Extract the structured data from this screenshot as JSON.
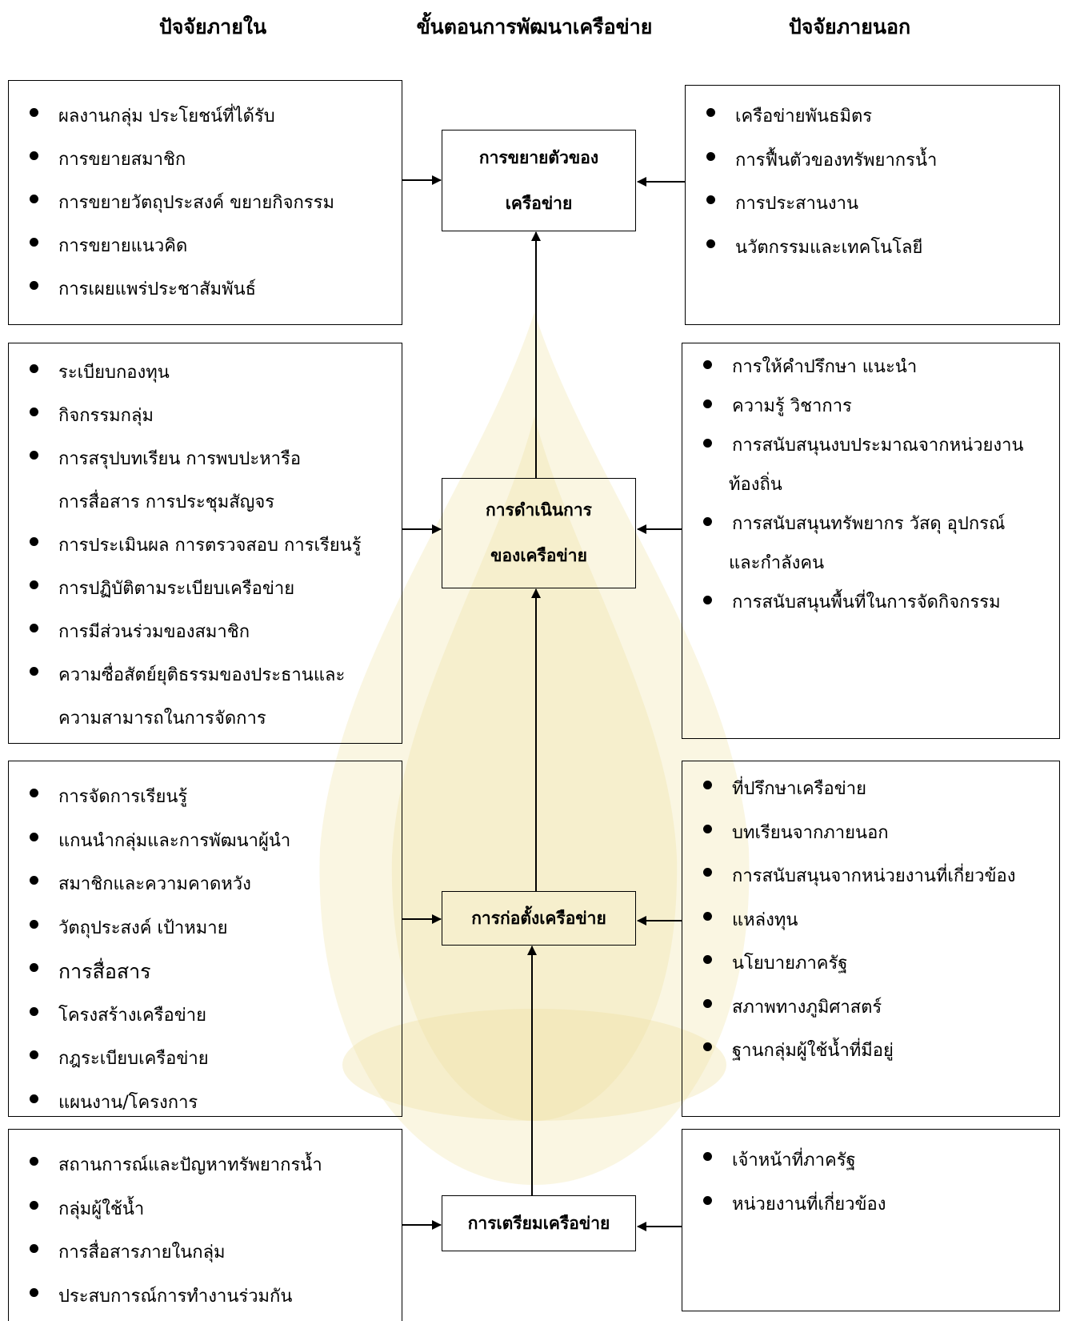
{
  "headers": {
    "left": "ปัจจัยภายใน",
    "center": "ขั้นตอนการพัฒนาเครือข่าย",
    "right": "ปัจจัยภายนอก"
  },
  "steps": {
    "expansion": {
      "line1": "การขยายตัวของ",
      "line2": "เครือข่าย"
    },
    "operation": {
      "line1": "การดำเนินการ",
      "line2": "ของเครือข่าย"
    },
    "establishment": {
      "line1": "การก่อตั้งเครือข่าย"
    },
    "preparation": {
      "line1": "การเตรียมเครือข่าย"
    }
  },
  "internal": {
    "expansion": [
      "ผลงานกลุ่ม ประโยชน์ที่ได้รับ",
      "การขยายสมาชิก",
      "การขยายวัตถุประสงค์ ขยายกิจกรรม",
      "การขยายแนวคิด",
      "การเผยแพร่ประชาสัมพันธ์"
    ],
    "operation": [
      "ระเบียบกองทุน",
      "กิจกรรมกลุ่ม",
      "การสรุปบทเรียน การพบปะหารือ",
      "การสื่อสาร การประชุมสัญจร",
      "การประเมินผล การตรวจสอบ การเรียนรู้",
      "การปฏิบัติตามระเบียบเครือข่าย",
      "การมีส่วนร่วมของสมาชิก",
      "ความซื่อสัตย์ยุติธรรมของประธานและ",
      "ความสามารถในการจัดการ"
    ],
    "establishment": [
      "การจัดการเรียนรู้",
      "แกนนำกลุ่มและการพัฒนาผู้นำ",
      "สมาชิกและความคาดหวัง",
      "วัตถุประสงค์ เป้าหมาย",
      "การสื่อสาร",
      "โครงสร้างเครือข่าย",
      "กฎระเบียบเครือข่าย",
      "แผนงาน/โครงการ"
    ],
    "preparation": [
      "สถานการณ์และปัญหาทรัพยากรน้ำ",
      "กลุ่มผู้ใช้น้ำ",
      "การสื่อสารภายในกลุ่ม",
      "ประสบการณ์การทำงานร่วมกัน"
    ]
  },
  "external": {
    "expansion": [
      "เครือข่ายพันธมิตร",
      "การฟื้นตัวของทรัพยากรน้ำ",
      "การประสานงาน",
      "นวัตกรรมและเทคโนโลยี"
    ],
    "operation": [
      "การให้คำปรึกษา แนะนำ",
      "ความรู้ วิชาการ",
      "การสนับสนุนงบประมาณจากหน่วยงาน",
      "ท้องถิ่น",
      "การสนับสนุนทรัพยากร วัสดุ อุปกรณ์",
      "และกำลังคน",
      "การสนับสนุนพื้นที่ในการจัดกิจกรรม"
    ],
    "establishment": [
      "ที่ปรึกษาเครือข่าย",
      "บทเรียนจากภายนอก",
      "การสนับสนุนจากหน่วยงานที่เกี่ยวข้อง",
      "แหล่งทุน",
      "นโยบายภาครัฐ",
      "สภาพทางภูมิศาสตร์",
      "ฐานกลุ่มผู้ใช้น้ำที่มีอยู่"
    ],
    "preparation": [
      "เจ้าหน้าที่ภาครัฐ",
      "หน่วยงานที่เกี่ยวข้อง"
    ]
  },
  "colors": {
    "line": "#000000",
    "watermark": "#f3e8b8"
  }
}
